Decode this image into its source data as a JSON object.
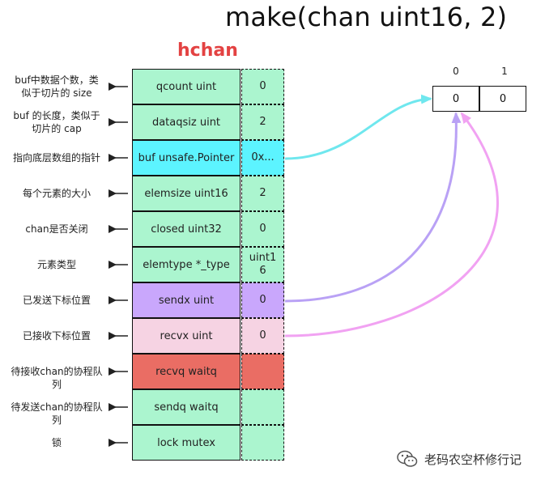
{
  "title": "make(chan uint16, 2)",
  "subtitle": "hchan",
  "colors": {
    "green": "#abf5cf",
    "cyan": "#5cf4ff",
    "purple": "#c9a7fc",
    "pink": "#f6d3e3",
    "red": "#ea6d64",
    "arrow_cyan": "#6fe7ee",
    "arrow_purple": "#b9a1f5",
    "arrow_pink": "#f1a2f2"
  },
  "rows": [
    {
      "field": "qcount uint",
      "value": "0",
      "label": "buf中数据个数，类\n似于切片的 size",
      "color": "green"
    },
    {
      "field": "dataqsiz uint",
      "value": "2",
      "label": "buf 的长度，类似于\n切片的 cap",
      "color": "green"
    },
    {
      "field": "buf unsafe.Pointer",
      "value": "0x...",
      "label": "指向底层数组的指针",
      "color": "cyan"
    },
    {
      "field": "elemsize uint16",
      "value": "2",
      "label": "每个元素的大小",
      "color": "green"
    },
    {
      "field": "closed uint32",
      "value": "0",
      "label": "chan是否关闭",
      "color": "green"
    },
    {
      "field": "elemtype *_type",
      "value": "uint1\n6",
      "label": "元素类型",
      "color": "green"
    },
    {
      "field": "sendx uint",
      "value": "0",
      "label": "已发送下标位置",
      "color": "purple"
    },
    {
      "field": "recvx uint",
      "value": "0",
      "label": "已接收下标位置",
      "color": "pink"
    },
    {
      "field": "recvq waitq",
      "value": "",
      "label": "待接收chan的协程队列",
      "color": "red"
    },
    {
      "field": "sendq waitq",
      "value": "",
      "label": "待发送chan的协程队列",
      "color": "green"
    },
    {
      "field": "lock mutex",
      "value": "",
      "label": "锁",
      "color": "green"
    }
  ],
  "array": {
    "indices": [
      "0",
      "1"
    ],
    "values": [
      "0",
      "0"
    ]
  },
  "watermark": {
    "text": "老码农空杯修行记",
    "icon": "wechat-icon"
  }
}
